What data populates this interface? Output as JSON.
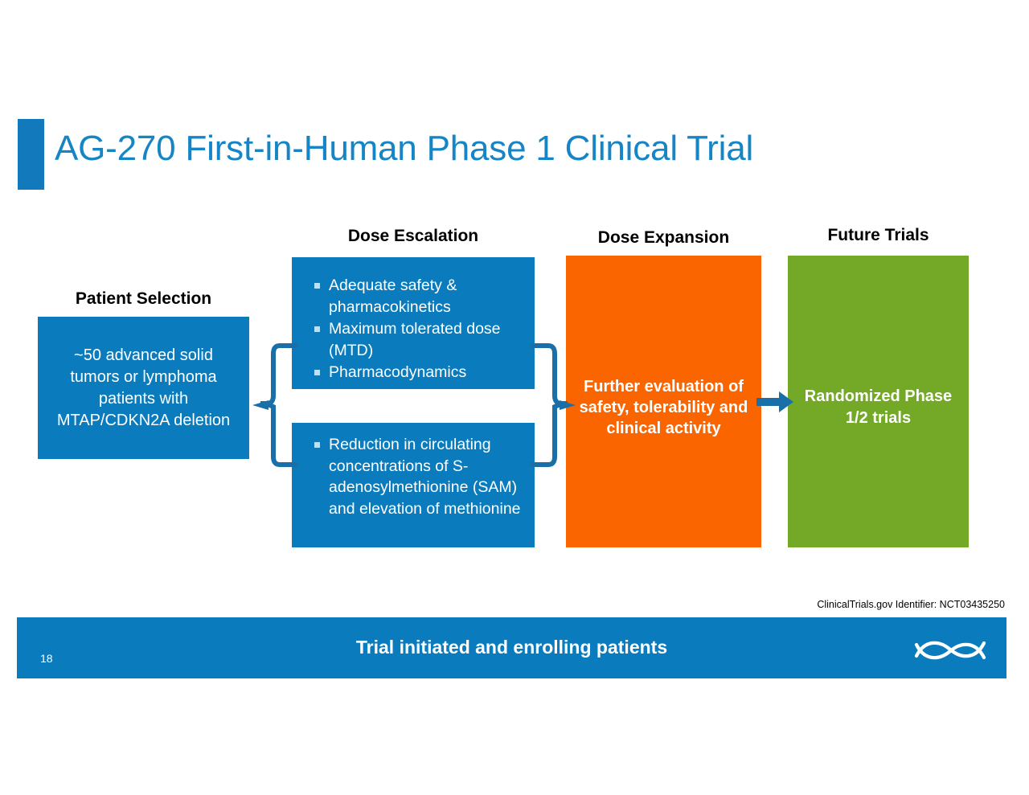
{
  "slide": {
    "title": "AG-270 First-in-Human Phase 1 Clinical Trial",
    "page_number": "18",
    "footnote": "ClinicalTrials.gov Identifier: NCT03435250",
    "banner_text": "Trial initiated and enrolling patients"
  },
  "colors": {
    "brand_blue": "#0A7CBE",
    "title_blue": "#1585C6",
    "orange": "#FB6500",
    "green": "#74A928",
    "connector_blue": "#1A6FA8",
    "bullet_square": "#BFE0F2"
  },
  "headers": {
    "patient_selection": "Patient Selection",
    "dose_escalation": "Dose Escalation",
    "dose_expansion": "Dose Expansion",
    "future_trials": "Future Trials"
  },
  "boxes": {
    "patient_selection": {
      "text": "~50 advanced solid tumors or lymphoma patients with MTAP/CDKN2A deletion"
    },
    "dose_escalation_1": {
      "bullets": [
        "Adequate safety & pharmacokinetics",
        "Maximum tolerated dose (MTD)",
        "Pharmacodynamics"
      ]
    },
    "dose_escalation_2": {
      "bullets": [
        "Reduction in circulating concentrations of S-adenosylmethionine (SAM) and elevation of methionine"
      ]
    },
    "dose_expansion": {
      "text": "Further evaluation of safety, tolerability and clinical activity"
    },
    "future_trials": {
      "text": "Randomized Phase 1/2 trials"
    }
  },
  "icons": {
    "brace_left": "left-curly-brace-connector",
    "brace_right": "right-curly-brace-connector",
    "arrow": "right-arrow-icon",
    "logo": "agios-helix-logo"
  }
}
